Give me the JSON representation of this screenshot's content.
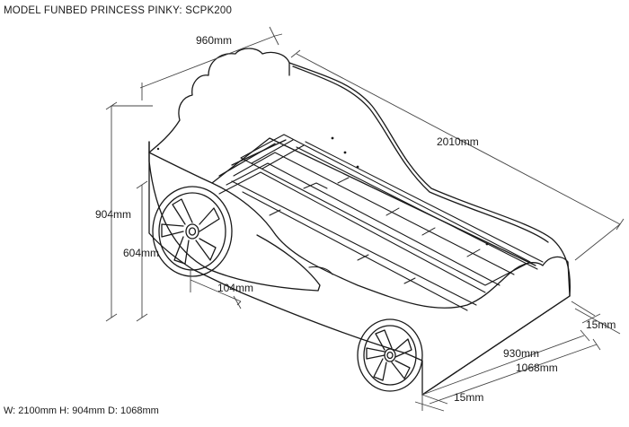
{
  "title": "MODEL FUNBED PRINCESS PINKY: SCPK200",
  "footer": "W: 2100mm H: 904mm D: 1068mm",
  "dimensions": {
    "width": "960mm",
    "length": "2010mm",
    "height": "904mm",
    "side_height": "604mm",
    "ground_clearance": "104mm",
    "thickness_right": "15mm",
    "inner_depth": "930mm",
    "outer_depth": "1068mm",
    "thickness_bottom": "15mm"
  },
  "colors": {
    "line": "#1a1a1a",
    "dim_line": "#444444"
  }
}
